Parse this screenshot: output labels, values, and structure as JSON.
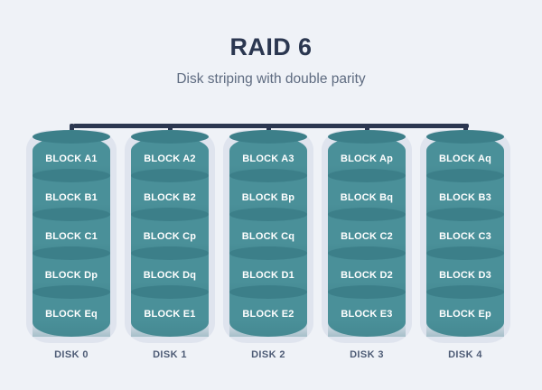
{
  "header": {
    "title": "RAID 6",
    "subtitle": "Disk striping with double parity"
  },
  "colors": {
    "background": "#eff2f7",
    "title_text": "#2b3750",
    "subtitle_text": "#5e6b80",
    "bus": "#2b3750",
    "disk_casing": "#dfe4ee",
    "block_body": "#4a9099",
    "block_cap": "#3c7f89",
    "block_text": "#ffffff",
    "disk_label_text": "#4d5b75"
  },
  "bus": {
    "name": "raid-controller-bus",
    "drop_count": 5
  },
  "disks": [
    {
      "label": "DISK 0",
      "blocks": [
        {
          "label": "BLOCK A1"
        },
        {
          "label": "BLOCK B1"
        },
        {
          "label": "BLOCK C1"
        },
        {
          "label": "BLOCK Dp"
        },
        {
          "label": "BLOCK Eq"
        }
      ]
    },
    {
      "label": "DISK 1",
      "blocks": [
        {
          "label": "BLOCK A2"
        },
        {
          "label": "BLOCK B2"
        },
        {
          "label": "BLOCK Cp"
        },
        {
          "label": "BLOCK Dq"
        },
        {
          "label": "BLOCK E1"
        }
      ]
    },
    {
      "label": "DISK 2",
      "blocks": [
        {
          "label": "BLOCK A3"
        },
        {
          "label": "BLOCK Bp"
        },
        {
          "label": "BLOCK Cq"
        },
        {
          "label": "BLOCK D1"
        },
        {
          "label": "BLOCK E2"
        }
      ]
    },
    {
      "label": "DISK 3",
      "blocks": [
        {
          "label": "BLOCK Ap"
        },
        {
          "label": "BLOCK Bq"
        },
        {
          "label": "BLOCK C2"
        },
        {
          "label": "BLOCK D2"
        },
        {
          "label": "BLOCK E3"
        }
      ]
    },
    {
      "label": "DISK 4",
      "blocks": [
        {
          "label": "BLOCK Aq"
        },
        {
          "label": "BLOCK B3"
        },
        {
          "label": "BLOCK C3"
        },
        {
          "label": "BLOCK D3"
        },
        {
          "label": "BLOCK Ep"
        }
      ]
    }
  ]
}
